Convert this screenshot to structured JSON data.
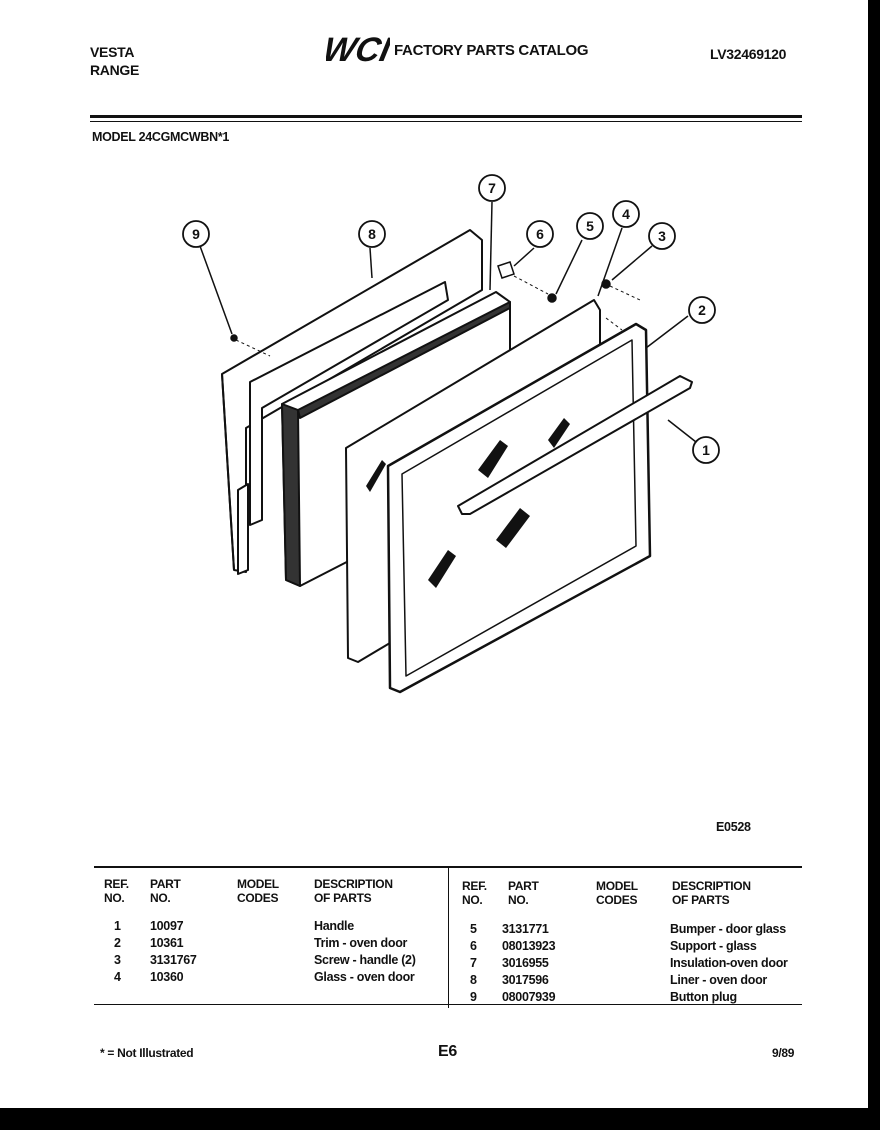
{
  "header": {
    "brand": "VESTA",
    "product": "RANGE",
    "logo": "WCI",
    "catalog_title": "FACTORY PARTS CATALOG",
    "catalog_number": "LV32469120",
    "model_label": "MODEL 24CGMCWBN*1"
  },
  "diagram": {
    "code": "E0528",
    "callouts": [
      "1",
      "2",
      "3",
      "4",
      "5",
      "6",
      "7",
      "8",
      "9"
    ]
  },
  "table": {
    "headers": {
      "ref_line1": "REF.",
      "ref_line2": "NO.",
      "part_line1": "PART",
      "part_line2": "NO.",
      "model_line1": "MODEL",
      "model_line2": "CODES",
      "desc_line1": "DESCRIPTION",
      "desc_line2": "OF PARTS"
    },
    "left_rows": [
      {
        "ref": "1",
        "part": "10097",
        "desc": "Handle"
      },
      {
        "ref": "2",
        "part": "10361",
        "desc": "Trim - oven door"
      },
      {
        "ref": "3",
        "part": "3131767",
        "desc": "Screw - handle (2)"
      },
      {
        "ref": "4",
        "part": "10360",
        "desc": "Glass - oven door"
      }
    ],
    "right_rows": [
      {
        "ref": "5",
        "part": "3131771",
        "desc": "Bumper - door glass"
      },
      {
        "ref": "6",
        "part": "08013923",
        "desc": "Support - glass"
      },
      {
        "ref": "7",
        "part": "3016955",
        "desc": "Insulation-oven door"
      },
      {
        "ref": "8",
        "part": "3017596",
        "desc": "Liner - oven door"
      },
      {
        "ref": "9",
        "part": "08007939",
        "desc": "Button plug"
      }
    ]
  },
  "footer": {
    "note": "* = Not Illustrated",
    "page": "E6",
    "date": "9/89"
  }
}
